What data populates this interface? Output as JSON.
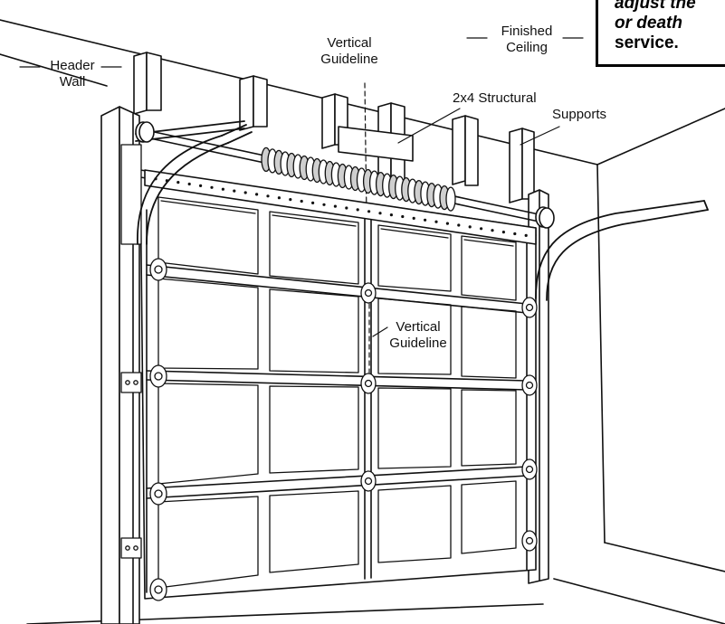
{
  "labels": {
    "header_wall_1": "Header",
    "header_wall_2": "Wall",
    "vertical_guideline_top_1": "Vertical",
    "vertical_guideline_top_2": "Guideline",
    "finished_ceiling_1": "Finished",
    "finished_ceiling_2": "Ceiling",
    "structural_supports_1": "2x4 Structural",
    "structural_supports_2": "Supports",
    "vertical_guideline_mid_1": "Vertical",
    "vertical_guideline_mid_2": "Guideline"
  },
  "warning": {
    "line1": "adjust the",
    "line2": "or death",
    "line3": "service."
  },
  "colors": {
    "ink": "#111111",
    "paper": "#ffffff",
    "spring_shade": "#cfcfcf"
  }
}
